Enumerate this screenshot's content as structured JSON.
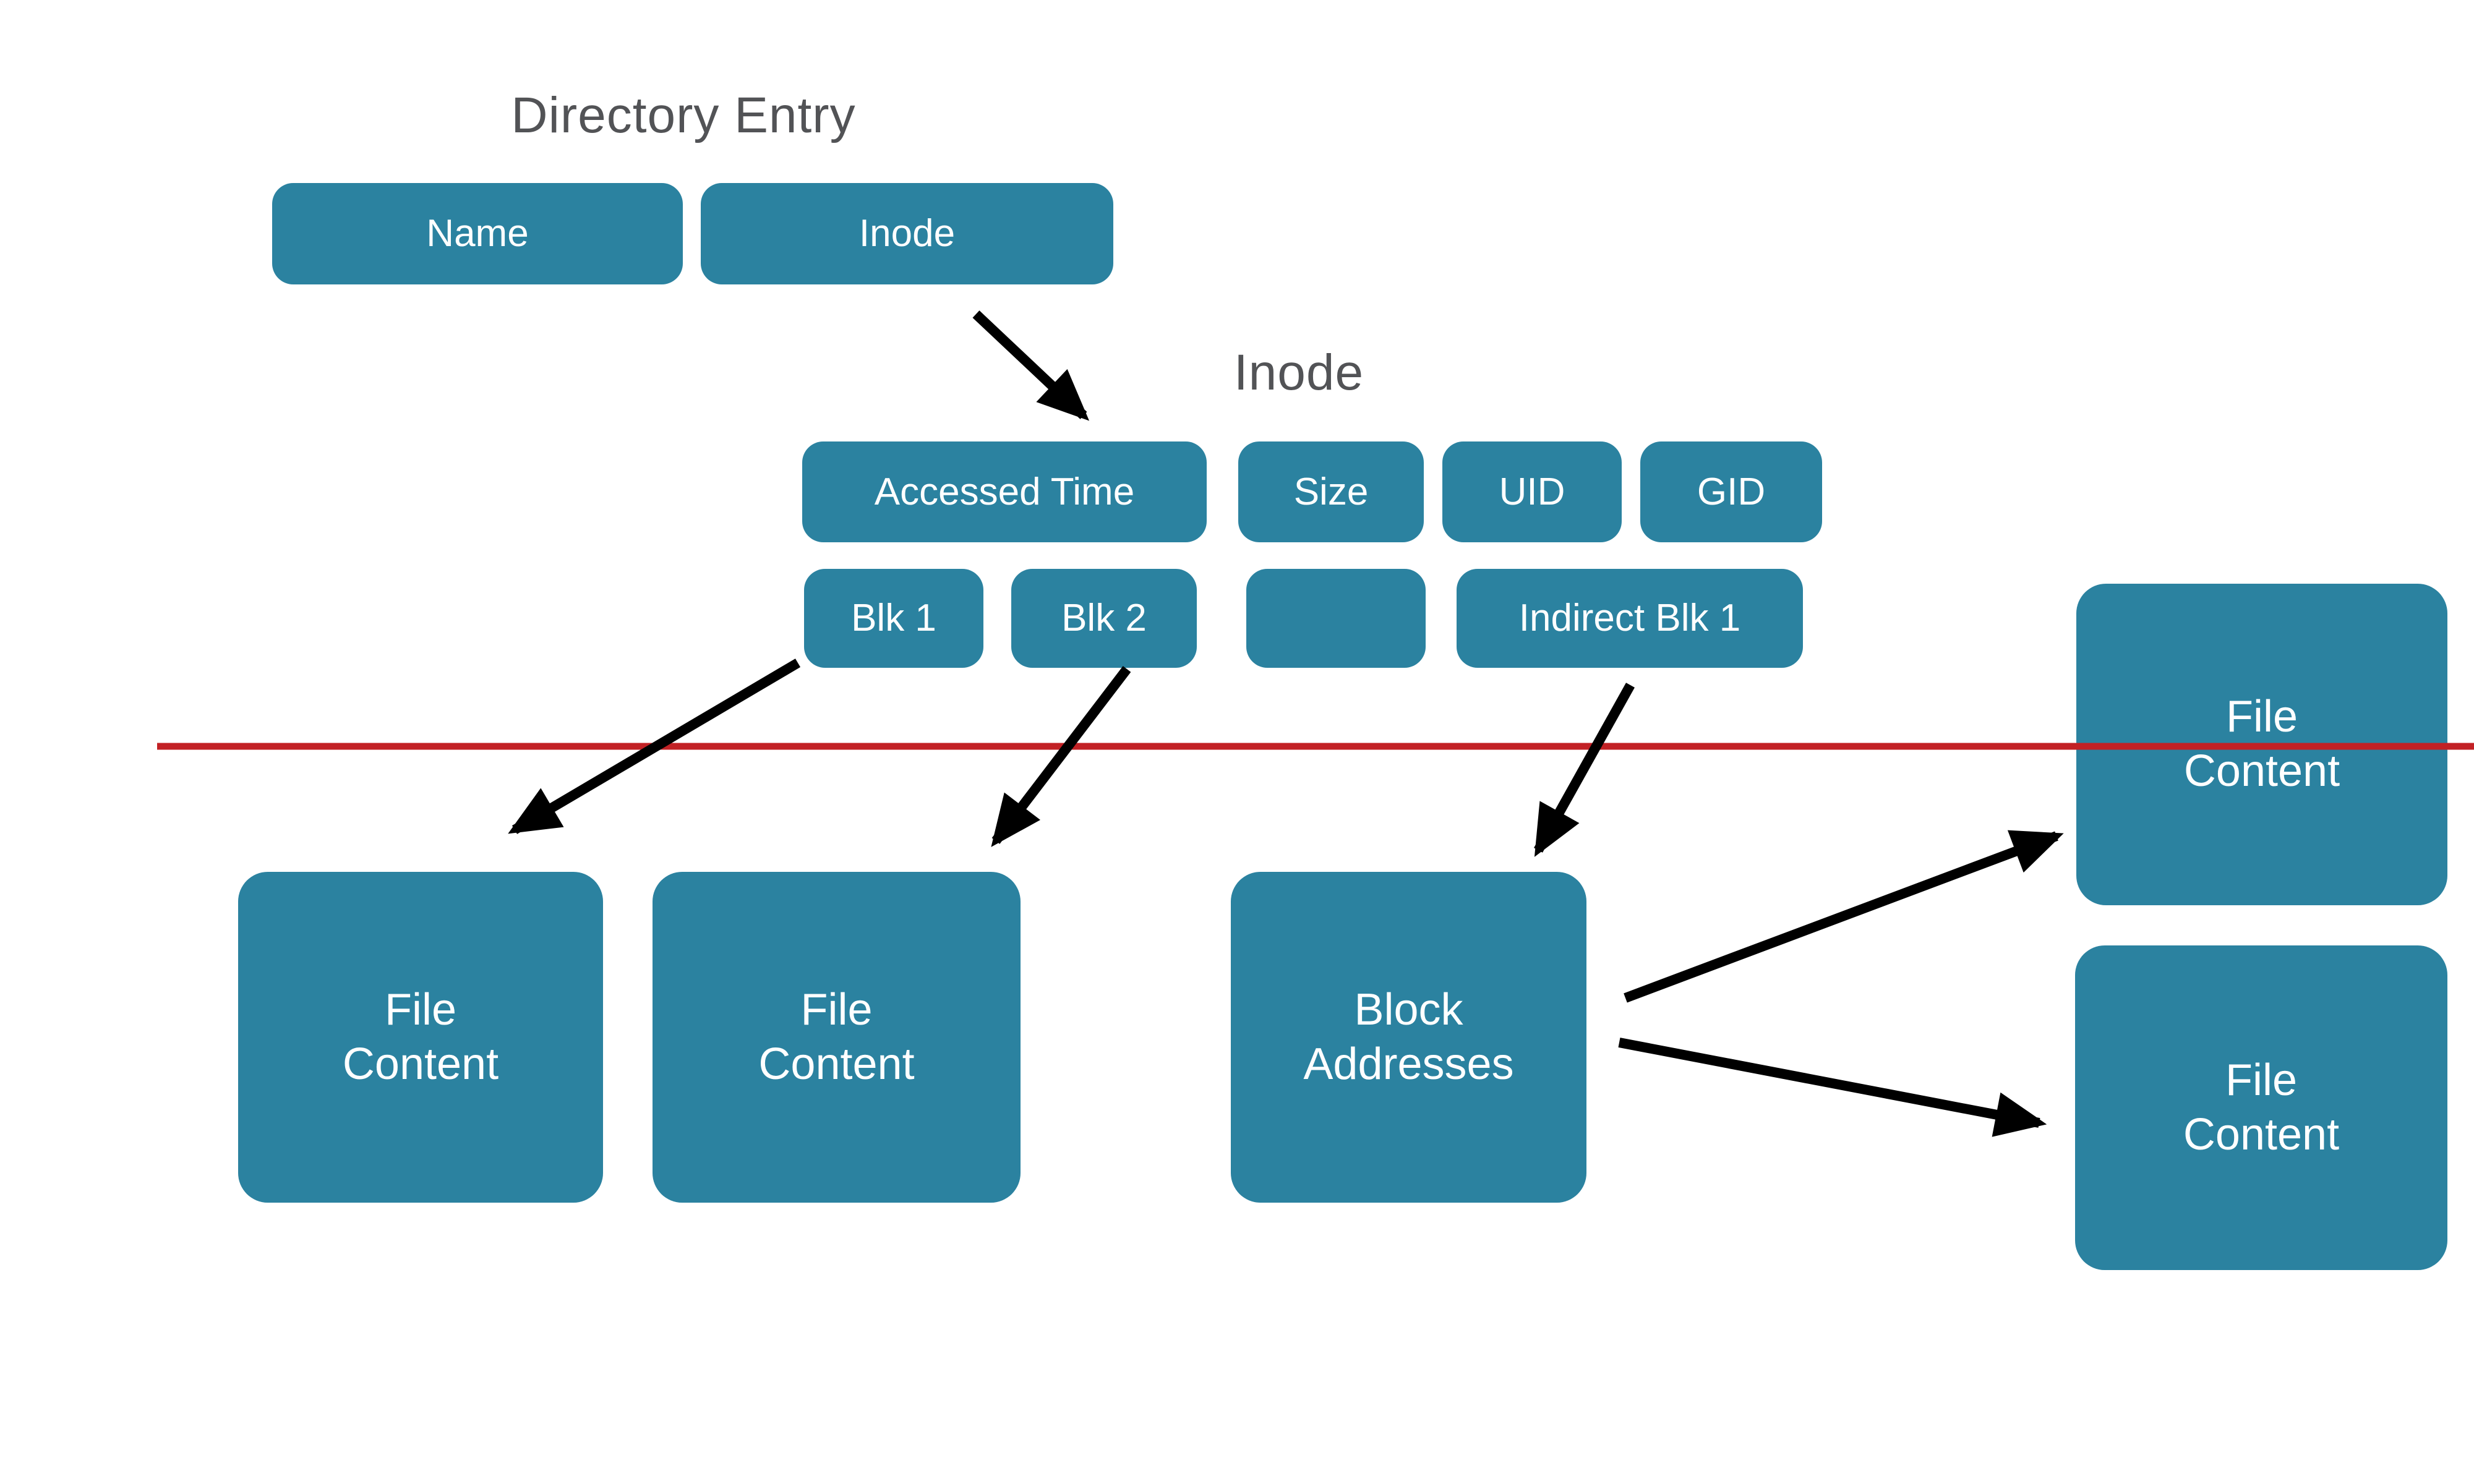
{
  "diagram": {
    "directory_entry": {
      "title": "Directory Entry",
      "cells": [
        "Name",
        "Inode"
      ]
    },
    "inode": {
      "title": "Inode",
      "row1": [
        "Accessed Time",
        "Size",
        "UID",
        "GID"
      ],
      "row2": [
        "Blk 1",
        "Blk 2",
        "",
        "Indirect Blk 1"
      ]
    },
    "blocks": {
      "file_content_1": "File\nContent",
      "file_content_2": "File\nContent",
      "block_addresses": "Block\nAddresses",
      "file_content_top_right": "File\nContent",
      "file_content_bottom_right": "File\nContent"
    },
    "edges": [
      {
        "from": "inode-cell",
        "to": "inode-table"
      },
      {
        "from": "blk1-cell",
        "to": "file-content-1"
      },
      {
        "from": "blk2-cell",
        "to": "file-content-2"
      },
      {
        "from": "indirect-blk1-cell",
        "to": "block-addresses"
      },
      {
        "from": "block-addresses",
        "to": "file-content-top-right"
      },
      {
        "from": "block-addresses",
        "to": "file-content-bottom-right"
      }
    ],
    "colors": {
      "box_fill": "#2b82a0",
      "text_on_box": "#ffffff",
      "title_text": "#525356",
      "divider_red": "#c22125",
      "arrow_black": "#000000"
    }
  }
}
